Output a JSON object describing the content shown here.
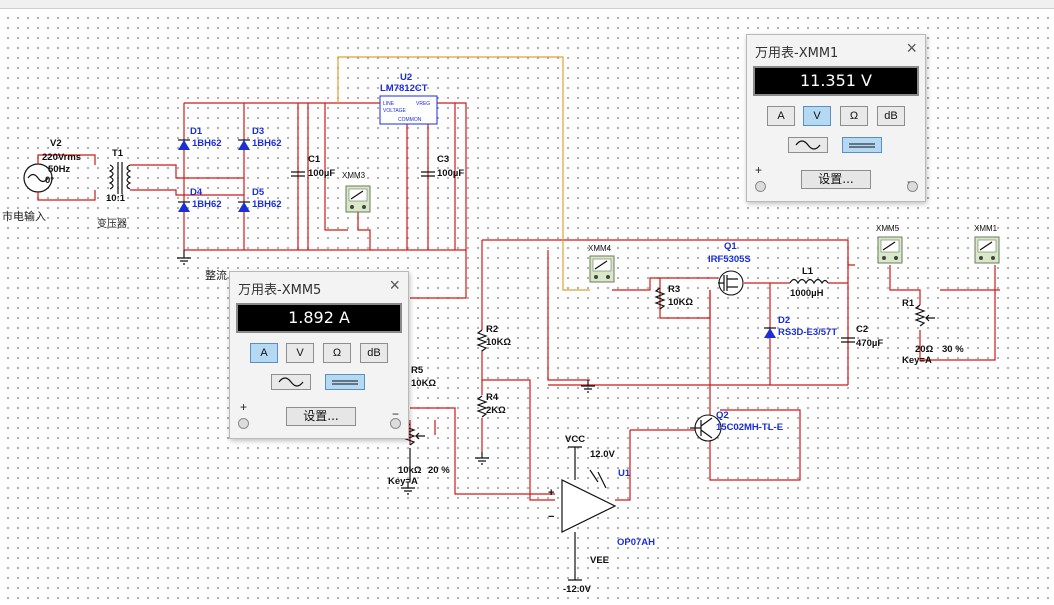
{
  "labels": {
    "v2_name": "V2",
    "v2_vrms": "220Vrms",
    "v2_freq": "50Hz",
    "v2_phase": "0°",
    "mains_input": "市电输入",
    "t1_name": "T1",
    "t1_ratio": "10:1",
    "transformer": "变压器",
    "d1": "D1",
    "d1_part": "1BH62",
    "d3": "D3",
    "d3_part": "1BH62",
    "d4": "D4",
    "d4_part": "1BH62",
    "d5": "D5",
    "d5_part": "1BH62",
    "rectifier": "整流",
    "c1_name": "C1",
    "c1_value": "100µF",
    "c3_name": "C3",
    "c3_value": "100µF",
    "u2_name": "U2",
    "u2_part": "LM7812CT",
    "u2_pin_line": "LINE",
    "u2_pin_vreg": "VREG",
    "u2_pin_voltage": "VOLTAGE",
    "u2_pin_common": "COMMON",
    "xmm3": "XMM3",
    "xmm4": "XMM4",
    "xmm5_tag": "XMM5",
    "xmm1_tag": "XMM1",
    "q1_name": "Q1",
    "q1_part": "IRF5305S",
    "r3_name": "R3",
    "r3_value": "10KΩ",
    "l1_name": "L1",
    "l1_value": "1000µH",
    "d2_name": "D2",
    "d2_part": "RS3D-E3/57T",
    "c2_name": "C2",
    "c2_value": "470µF",
    "r1_name": "R1",
    "r1_value": "20Ω",
    "r1_pct": "30 %",
    "r1_key": "Key=A",
    "r2_name": "R2",
    "r2_value": "10KΩ",
    "r4_name": "R4",
    "r4_value": "2KΩ",
    "r5_name": "R5",
    "r5_value": "10KΩ",
    "pot_value": "10kΩ",
    "pot_pct": "20 %",
    "pot_key": "Key=A",
    "q2_name": "Q2",
    "q2_part": "15C02MH-TL-E",
    "vcc": "VCC",
    "vcc_value": "12.0V",
    "vee": "VEE",
    "vee_value": "-12.0V",
    "u1_name": "U1",
    "u1_part": "OP07AH",
    "u1_plus": "+",
    "u1_minus": "−"
  },
  "meter_xmm1": {
    "title": "万用表-XMM1",
    "reading": "11.351 V",
    "btn_a": "A",
    "btn_v": "V",
    "btn_ohm": "Ω",
    "btn_db": "dB",
    "active": "V",
    "settings": "设置...",
    "plus": "+",
    "minus": "−"
  },
  "meter_xmm5": {
    "title": "万用表-XMM5",
    "reading": "1.892 A",
    "btn_a": "A",
    "btn_v": "V",
    "btn_ohm": "Ω",
    "btn_db": "dB",
    "active": "A",
    "settings": "设置...",
    "plus": "+",
    "minus": "−"
  },
  "colors": {
    "wire_main": "#d01818",
    "wire_meter": "#e0a030",
    "component_label": "#1a2fd8"
  }
}
